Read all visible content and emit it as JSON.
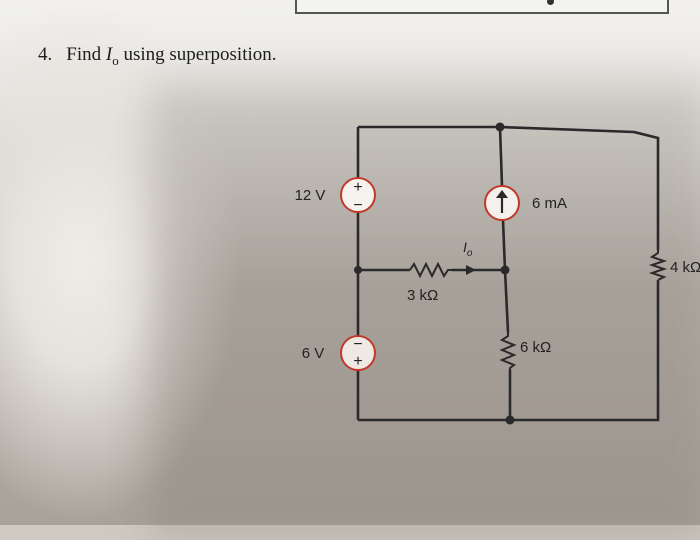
{
  "problem": {
    "number": "4.",
    "text_before": "Find ",
    "variable": "I",
    "subscript": "o",
    "text_after": " using superposition."
  },
  "circuit": {
    "source_12v_label": "12 V",
    "source_6v_label": "6 V",
    "current_source_label": "6 mA",
    "resistor_3k_label": "3 kΩ",
    "resistor_6k_label": "6 kΩ",
    "resistor_4k_label": "4 kΩ",
    "current_label_main": "I",
    "current_label_sub": "o",
    "plus_sign": "+",
    "minus_sign": "−"
  },
  "colors": {
    "wire": "#2a2a2a",
    "source_outline": "#c0392b",
    "text": "#1d1d1d"
  }
}
